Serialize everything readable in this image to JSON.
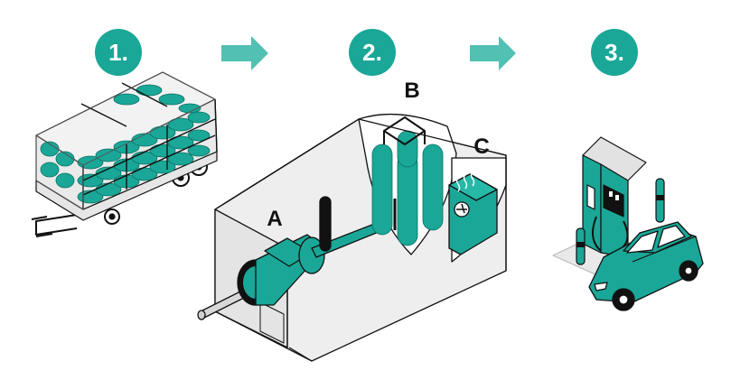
{
  "steps": [
    {
      "label": "1."
    },
    {
      "label": "2."
    },
    {
      "label": "3."
    }
  ],
  "components": {
    "a": "A",
    "b": "B",
    "c": "C"
  },
  "colors": {
    "accent": "#1aa797",
    "accent_dark": "#0f8c7e",
    "outline": "#111111",
    "box_fill": "#eeeeee",
    "arrow": "#52c0b3"
  },
  "icons": [
    "gas-trailer-icon",
    "compressor-station-icon",
    "fuel-dispenser-icon",
    "car-icon",
    "arrow-right-icon"
  ]
}
